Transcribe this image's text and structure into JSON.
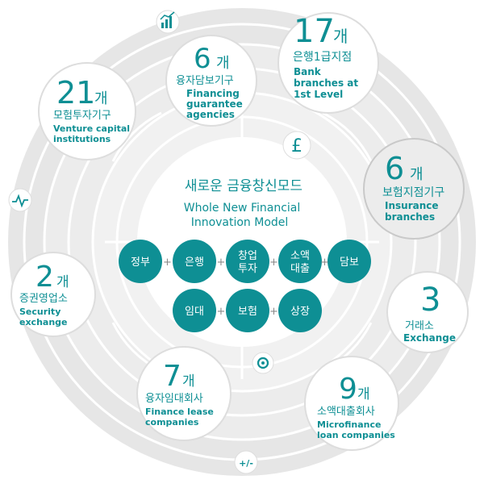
{
  "center": {
    "title_ko": "새로운 금융창신모드",
    "title_en_1": "Whole New Financial",
    "title_en_2": "Innovation Model",
    "row1": [
      "정부",
      "은행",
      "창업\n투자",
      "소액\n대출",
      "담보"
    ],
    "row2": [
      "임대",
      "보험",
      "상장"
    ],
    "plus": "+"
  },
  "nodes": {
    "bank": {
      "num": "17",
      "unit": "개",
      "ko": "은행1급지점",
      "en": [
        "Bank",
        "branches at",
        "1st Level"
      ]
    },
    "financing": {
      "num": "6",
      "unit": "개",
      "ko": "융자담보기구",
      "en": [
        "Financing",
        "guarantee",
        "agencies"
      ]
    },
    "venture": {
      "num": "21",
      "unit": "개",
      "ko": "모험투자기구",
      "en": [
        "Venture capital",
        "institutions"
      ]
    },
    "insurance": {
      "num": "6",
      "unit": "개",
      "ko": "보험지점기구",
      "en": [
        "Insurance",
        "branches"
      ]
    },
    "security": {
      "num": "2",
      "unit": "개",
      "ko": "증권영업소",
      "en": [
        "Security",
        "exchange"
      ]
    },
    "exchange": {
      "num": "3",
      "unit": "",
      "ko": "거래소",
      "en": [
        "Exchange"
      ]
    },
    "lease": {
      "num": "7",
      "unit": "개",
      "ko": "융자임대회사",
      "en": [
        "Finance lease",
        "companies"
      ]
    },
    "micro": {
      "num": "9",
      "unit": "개",
      "ko": "소액대출회사",
      "en": [
        "Microfinance",
        "loan companies"
      ]
    }
  },
  "icons": {
    "pound": "£",
    "calc": "+/-"
  },
  "colors": {
    "teal": "#0e8f94",
    "ring_bg": "#e9e9e9",
    "ring_line": "#ffffff",
    "node_bg": "#ffffff",
    "node_highlight": "#ececec"
  }
}
